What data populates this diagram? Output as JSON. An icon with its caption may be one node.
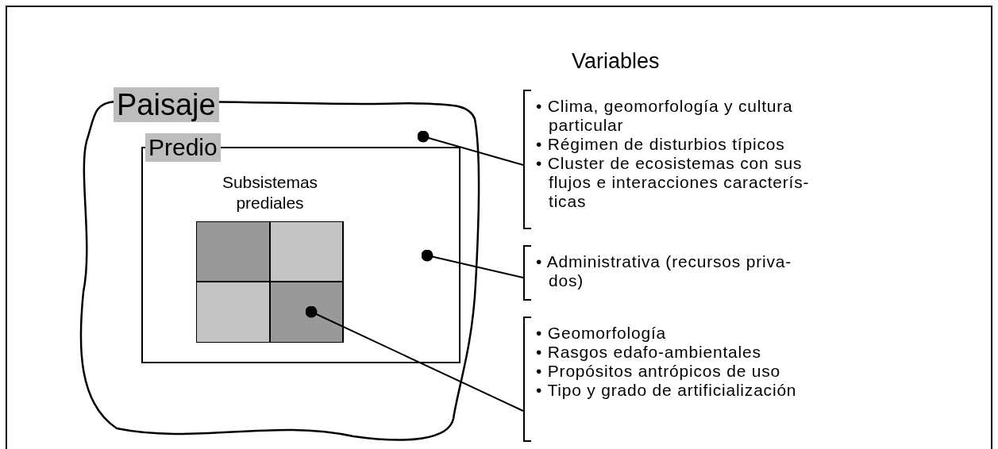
{
  "diagram": {
    "nodes": [
      {
        "text": [
          "Paisaje"
        ]
      },
      {
        "text": [
          "Predio"
        ],
        "in": 0
      },
      {
        "text": [
          "Subsistemas prediales"
        ],
        "in": 1
      },
      {
        "text": [],
        "shape": "box",
        "in": 2
      },
      {
        "text": [],
        "shape": "box",
        "in": 2
      },
      {
        "text": [],
        "shape": "box",
        "in": 2
      },
      {
        "text": [],
        "shape": "box",
        "in": 2
      },
      {
        "text": [
          "• Clima, geomorfología y cultura particular",
          "• Régimen de disturbios típicos",
          "• Cluster de ecosistemas con sus flujos e interacciones caracterís- ticas"
        ]
      },
      {
        "text": [
          "• Administrativa (recursos priva- dos)"
        ]
      },
      {
        "text": [
          "• Geomorfología",
          "• Rasgos edafo-ambientales",
          "• Propósitos antrópicos de uso",
          "• Tipo y grado de artificialización"
        ]
      }
    ],
    "edges": [
      {
        "from": 0,
        "to": 7,
        "arrow": "other"
      },
      {
        "from": 1,
        "to": 8,
        "arrow": "other"
      },
      {
        "from": 6,
        "to": 9,
        "arrow": "other"
      }
    ],
    "labels": [
      "Variables"
    ]
  }
}
